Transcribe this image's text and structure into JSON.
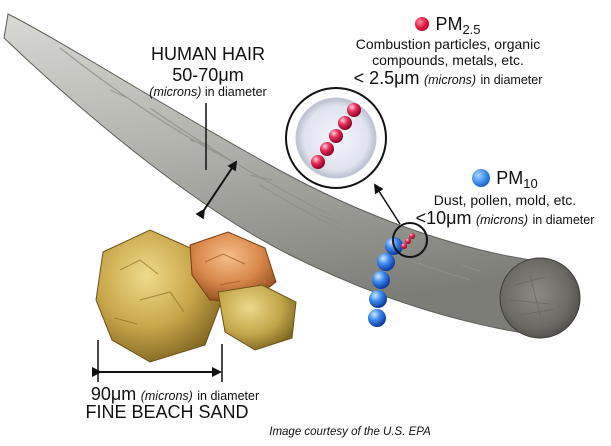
{
  "hair": {
    "title": "HUMAN HAIR",
    "size_value": "50-70",
    "size_unit": "μm",
    "size_note_italic": "(microns)",
    "size_note": "in diameter"
  },
  "pm25": {
    "name": "PM",
    "subscript": "2.5",
    "description_line1": "Combustion particles, organic",
    "description_line2": "compounds, metals, etc.",
    "size_prefix": "< 2.5",
    "size_unit": "μm",
    "size_note_italic": "(microns)",
    "size_note": "in diameter",
    "color": "#e2123a"
  },
  "pm10": {
    "name": "PM",
    "subscript": "10",
    "description_line1": "Dust, pollen, mold, etc.",
    "size_prefix": "<10",
    "size_unit": "μm",
    "size_note_italic": "(microns)",
    "size_note": "in diameter",
    "color": "#2f7fe6"
  },
  "sand": {
    "size_value": "90",
    "size_unit": "μm",
    "size_note_italic": "(microns)",
    "size_note": "in diameter",
    "title": "FINE BEACH SAND"
  },
  "credit": "Image courtesy of the U.S. EPA"
}
